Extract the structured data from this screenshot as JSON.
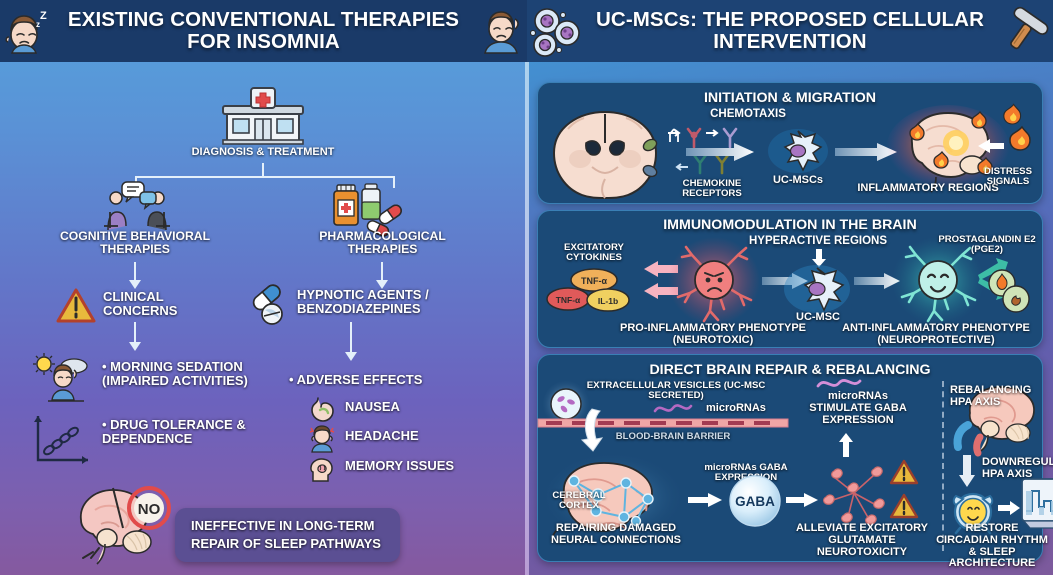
{
  "left": {
    "header": {
      "title": "EXISTING CONVENTIONAL THERAPIES FOR INSOMNIA",
      "icon_left": "sleepy-person-zzz-icon",
      "icon_right": "person-headache-icon"
    },
    "root": {
      "label": "DIAGNOSIS & TREATMENT",
      "icon": "hospital-icon"
    },
    "branches": [
      {
        "label": "COGNITIVE BEHAVIORAL THERAPIES",
        "icon": "therapy-session-icon"
      },
      {
        "label": "PHARMACOLOGICAL THERAPIES",
        "icon": "medication-bottles-icon"
      }
    ],
    "sub": [
      {
        "label": "CLINICAL CONCERNS",
        "icon": "warning-triangle-icon"
      },
      {
        "label": "HYPNOTIC AGENTS / BENZODIAZEPINES",
        "icon": "pills-capsule-icon"
      }
    ],
    "outcomes_left": [
      "• MORNING SEDATION (IMPAIRED ACTIVITIES)",
      "• DRUG TOLERANCE & DEPENDENCE"
    ],
    "outcomes_left_icons": [
      "sun-tired-person-icon",
      "rising-chain-graph-icon"
    ],
    "adverse_header": "• ADVERSE EFFECTS",
    "adverse_effects": [
      {
        "label": "NAUSEA",
        "icon": "stomach-icon"
      },
      {
        "label": "HEADACHE",
        "icon": "headache-person-icon"
      },
      {
        "label": "MEMORY ISSUES",
        "icon": "head-brain-icon"
      }
    ],
    "conclusion": {
      "label": "INEFFECTIVE IN LONG-TERM REPAIR OF SLEEP PATHWAYS",
      "icon": "brain-no-sign-icon",
      "badge_text": "NO",
      "badge_color": "#5b4f93"
    }
  },
  "right": {
    "header": {
      "title": "UC-MSCs: THE PROPOSED CELLULAR INTERVENTION",
      "icon_left": "stem-cells-icon",
      "icon_right": "hammer-icon"
    },
    "sections": [
      {
        "title": "INITIATION & MIGRATION",
        "labels": {
          "chemotaxis": "CHEMOTAXIS",
          "chemokine_receptors": "CHEMOKINE RECEPTORS",
          "ucmsc": "UC-MSCs",
          "inflammatory_regions": "INFLAMMATORY REGIONS",
          "distress_signals": "DISTRESS SIGNALS"
        },
        "icons": [
          "coronal-brain-icon",
          "receptor-y-icon",
          "msc-cell-icon",
          "inflamed-brain-icon",
          "flame-icon"
        ]
      },
      {
        "title": "IMMUNOMODULATION IN THE BRAIN",
        "labels": {
          "excitatory_cytokines": "EXCITATORY CYTOKINES",
          "hyperactive_regions": "HYPERACTIVE REGIONS",
          "pro_inflammatory": "PRO-INFLAMMATORY PHENOTYPE (NEUROTOXIC)",
          "ucmsc": "UC-MSC",
          "anti_inflammatory": "ANTI-INFLAMMATORY PHENOTYPE (NEUROPROTECTIVE)",
          "pge2": "PROSTAGLANDIN E2 (PGE2)"
        },
        "cytokines": [
          "TNF-α",
          "TNF-α",
          "IL-1b"
        ],
        "icons": [
          "angry-microglia-icon",
          "msc-cell-icon",
          "happy-microglia-icon",
          "flame-suppressed-icon"
        ]
      },
      {
        "title": "DIRECT BRAIN REPAIR & REBALANCING",
        "labels": {
          "ev": "EXTRACELLULAR VESICLES (UC-MSC SECRETED)",
          "micrornas": "microRNAs",
          "bbb": "BLOOD-BRAIN BARRIER",
          "cerebral_cortex": "CEREBRAL CORTEX",
          "repairing": "REPAIRING DAMAGED NEURAL CONNECTIONS",
          "mirna_gaba": "microRNAs GABA EXPRESSION",
          "mirna_stimulate": "microRNAs STIMULATE GABA EXPRESSION",
          "gaba": "GABA",
          "alleviate": "ALLEVIATE EXCITATORY GLUTAMATE NEUROTOXICITY",
          "rebalancing_hpa": "REBALANCING HPA AXIS",
          "downregulate_hpa": "DOWNREGULATE HPA AXIS",
          "restore": "RESTORE CIRCADIAN RHYTHM & SLEEP ARCHITECTURE"
        },
        "icons": [
          "exosome-vesicle-icon",
          "neural-network-brain-icon",
          "gaba-bubble-icon",
          "glutamate-cluster-icon",
          "warning-triangle-icon",
          "sagittal-brain-icon",
          "alarm-clock-icon",
          "sleep-chart-icon"
        ]
      }
    ]
  },
  "colors": {
    "header_bg": "#1a3a68",
    "card_bg": "#1b4a77",
    "card_border": "#3a7fb5",
    "accent_white": "#ffffff",
    "badge_purple": "#5b4f93"
  }
}
